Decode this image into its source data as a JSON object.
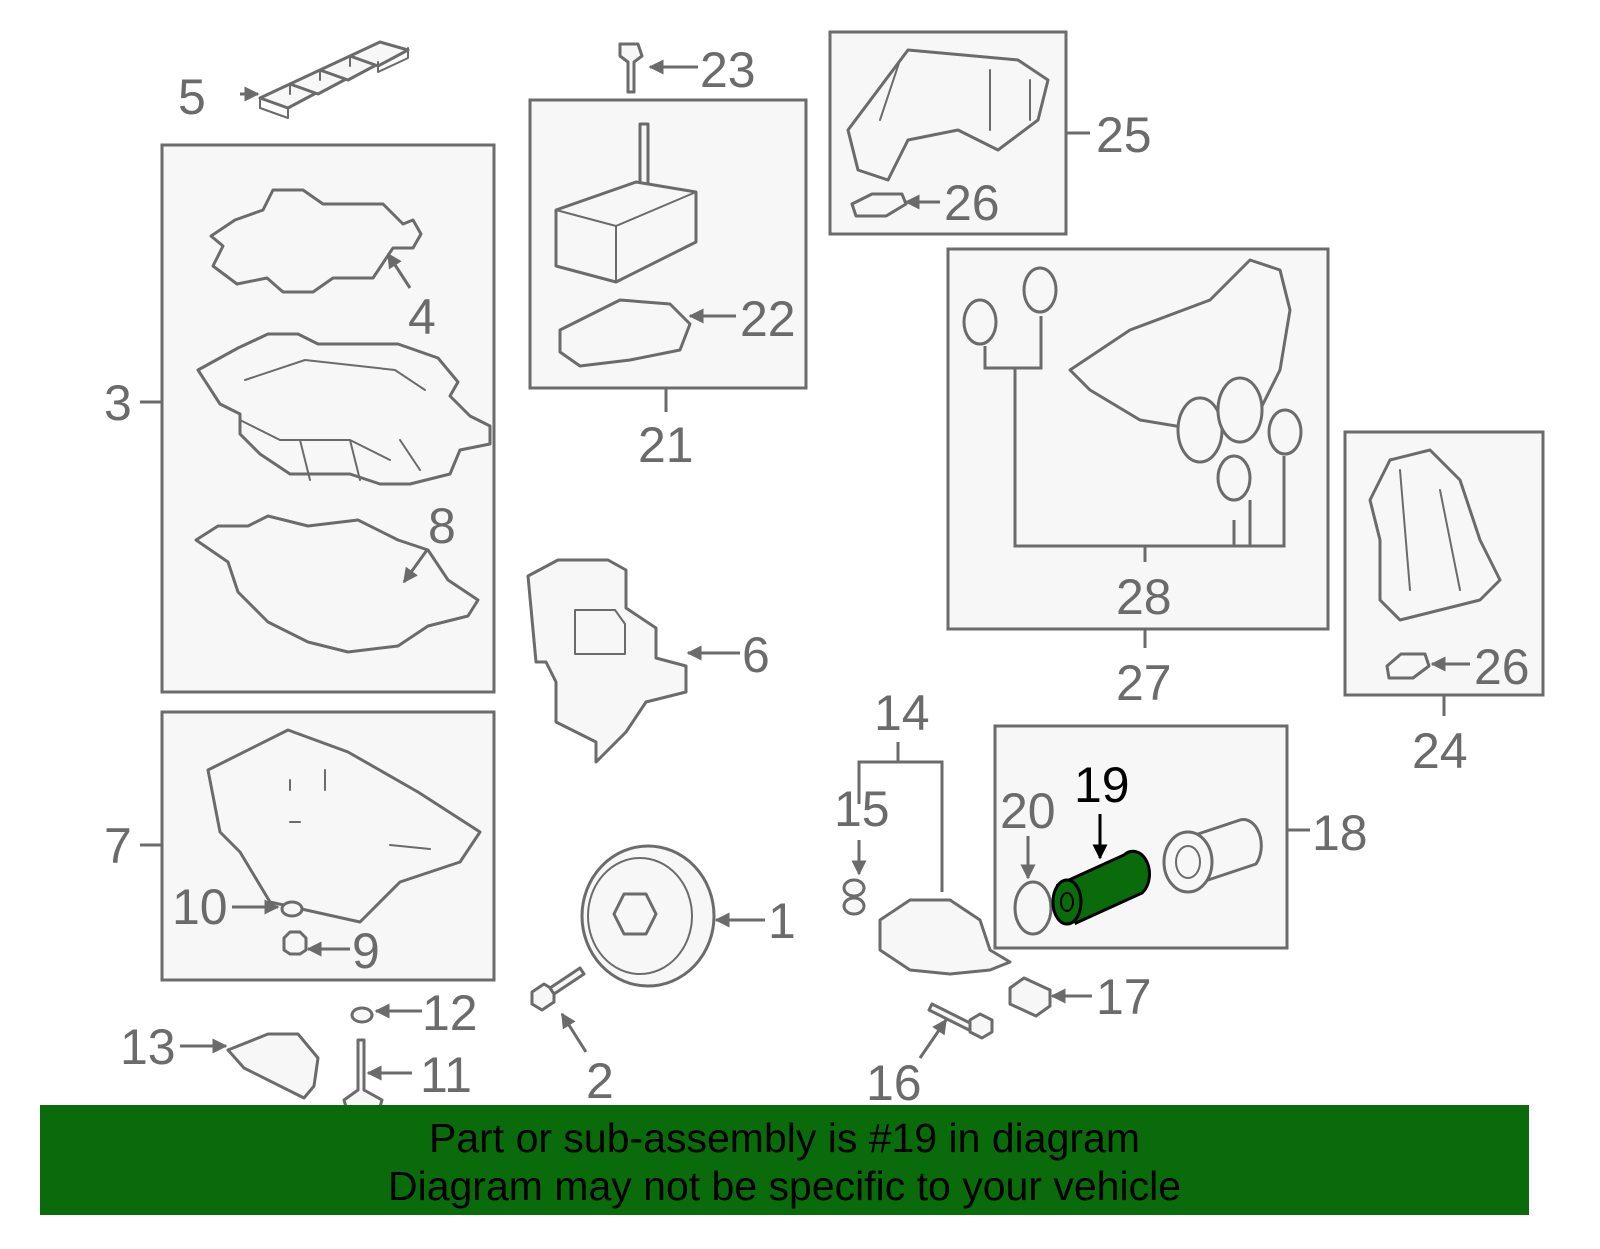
{
  "highlight": {
    "part_number": "19",
    "color": "#0a6b0a",
    "outline_color": "#000000"
  },
  "labels": {
    "p1": "1",
    "p2": "2",
    "p3": "3",
    "p4": "4",
    "p5": "5",
    "p6": "6",
    "p7": "7",
    "p8": "8",
    "p9": "9",
    "p10": "10",
    "p11": "11",
    "p12": "12",
    "p13": "13",
    "p14": "14",
    "p15": "15",
    "p16": "16",
    "p17": "17",
    "p18": "18",
    "p19": "19",
    "p20": "20",
    "p21": "21",
    "p22": "22",
    "p23": "23",
    "p24": "24",
    "p25": "25",
    "p26a": "26",
    "p26b": "26",
    "p27": "27",
    "p28": "28"
  },
  "banner": {
    "line1": "Part or sub-assembly is #19 in diagram",
    "line2": "Diagram may not be specific to your vehicle",
    "background": "#0a6b0a"
  }
}
